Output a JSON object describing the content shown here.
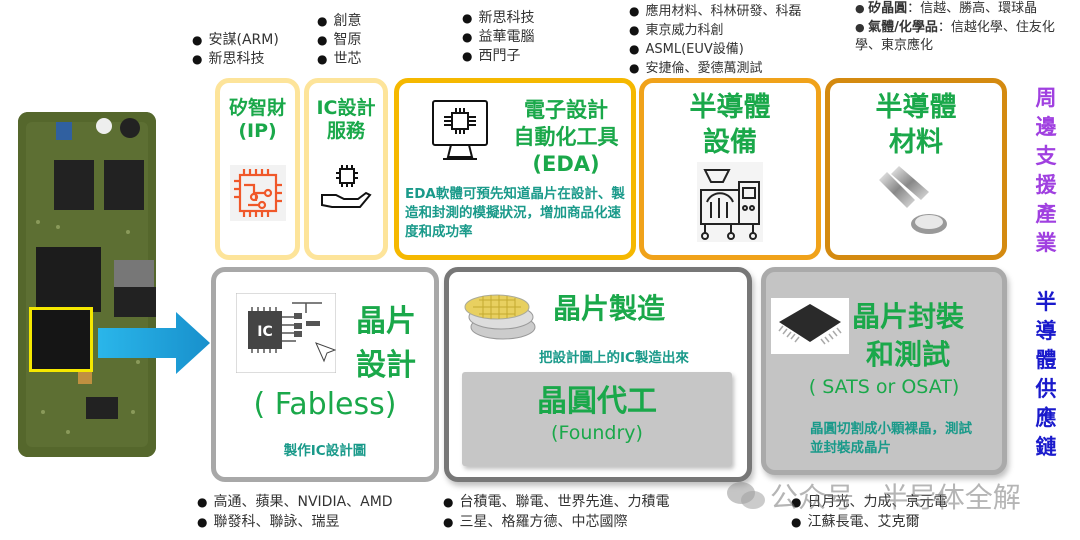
{
  "top_companies": {
    "ip": [
      "安謀(ARM)",
      "新思科技"
    ],
    "ic_service": [
      "創意",
      "智原",
      "世芯"
    ],
    "eda": [
      "新思科技",
      "益華電腦",
      "西門子"
    ],
    "equipment": [
      "應用材料、科林研發、科磊",
      "東京威力科創",
      "ASML(EUV設備)",
      "安捷倫、愛德萬測試"
    ],
    "materials": [
      {
        "bold": "矽晶圓",
        "text": "：信越、勝高、環球晶"
      },
      {
        "bold": "氣體/化學品",
        "text": "：信越化學、住友化學、東京應化"
      }
    ]
  },
  "support": {
    "ip": {
      "title_l1": "矽智財",
      "title_l2": "(IP)",
      "icon": "circuit-chip-icon"
    },
    "ic_service": {
      "title_l1": "IC設計",
      "title_l2": "服務",
      "icon": "hand-chip-icon"
    },
    "eda": {
      "title_l1": "電子設計",
      "title_l2": "自動化工具",
      "title_l3": "(EDA)",
      "desc": "EDA軟體可預先知道晶片在設計、製造和封測的模擬狀況，增加商品化速度和成功率",
      "icon": "monitor-chip-icon"
    },
    "equipment": {
      "title_l1": "半導體",
      "title_l2": "設備",
      "icon": "machine-icon"
    },
    "materials": {
      "title_l1": "半導體",
      "title_l2": "材料",
      "icon": "silicon-ingot-icon"
    }
  },
  "chain": {
    "design": {
      "title_l1": "晶片",
      "title_l2": "設計",
      "subtitle": "( Fabless)",
      "desc": "製作IC設計圖",
      "icon": "ic-chip-icon"
    },
    "fab": {
      "title": "晶片製造",
      "desc": "把設計圖上的IC製造出來",
      "inner_title": "晶圓代工",
      "inner_subtitle": "(Foundry)",
      "icon": "wafer-stack-icon"
    },
    "osat": {
      "title_l1": "晶片封裝",
      "title_l2": "和測試",
      "subtitle": "( SATS or OSAT)",
      "desc": "晶圓切割成小顆裸晶，測試並封裝成晶片",
      "icon": "qfp-chip-icon"
    }
  },
  "bottom_companies": {
    "design": [
      "高通、蘋果、NVIDIA、AMD",
      "聯發科、聯詠、瑞昱"
    ],
    "fab": [
      "台積電、聯電、世界先進、力積電",
      "三星、格羅方德、中芯國際"
    ],
    "osat": [
      "日月光、力成、京元電",
      "江蘇長電、艾克爾"
    ]
  },
  "side_labels": {
    "support": "周邊支援產業",
    "supply_chain": "半導體供應鏈"
  },
  "watermark": "公众号 · 半导体全解",
  "colors": {
    "green": "#1aa84a",
    "teal": "#1a9a8a",
    "purple": "#a040e0",
    "blue": "#1a1acc",
    "ip_border": "#fde49a",
    "eda_border": "#f5b800",
    "equip_border": "#f0a21a",
    "material_border": "#d48a10",
    "gray_border": "#999999",
    "arrow": "#1aa8e0"
  }
}
